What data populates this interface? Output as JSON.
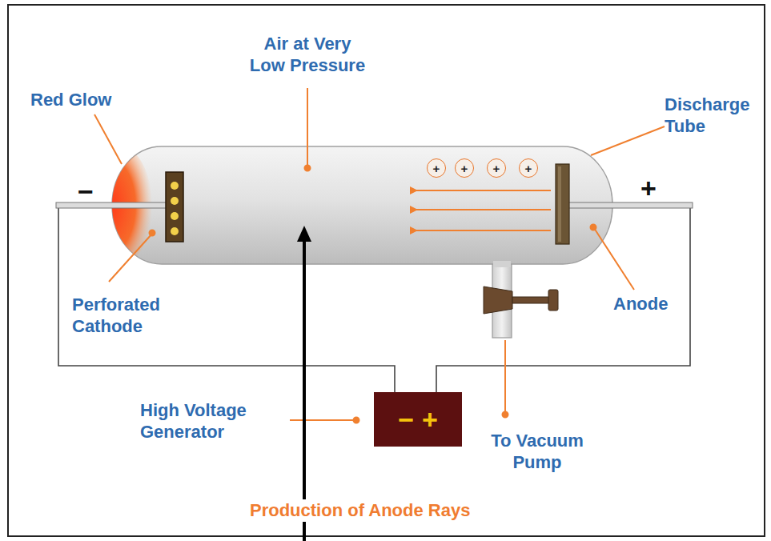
{
  "diagram": {
    "caption": "Production of Anode Rays",
    "nodes": [
      {
        "text": [
          "+"
        ]
      },
      {
        "text": [
          "+"
        ]
      },
      {
        "text": [
          "+"
        ]
      },
      {
        "text": [
          "+"
        ]
      },
      {
        "text": [
          "−",
          "+"
        ]
      }
    ],
    "labels": [
      "Red Glow",
      "Air at Very Low Pressure",
      "Discharge Tube",
      "−",
      "+",
      "Perforated Cathode",
      "Anode",
      "High Voltage Generator",
      "To Vacuum Pump"
    ]
  }
}
